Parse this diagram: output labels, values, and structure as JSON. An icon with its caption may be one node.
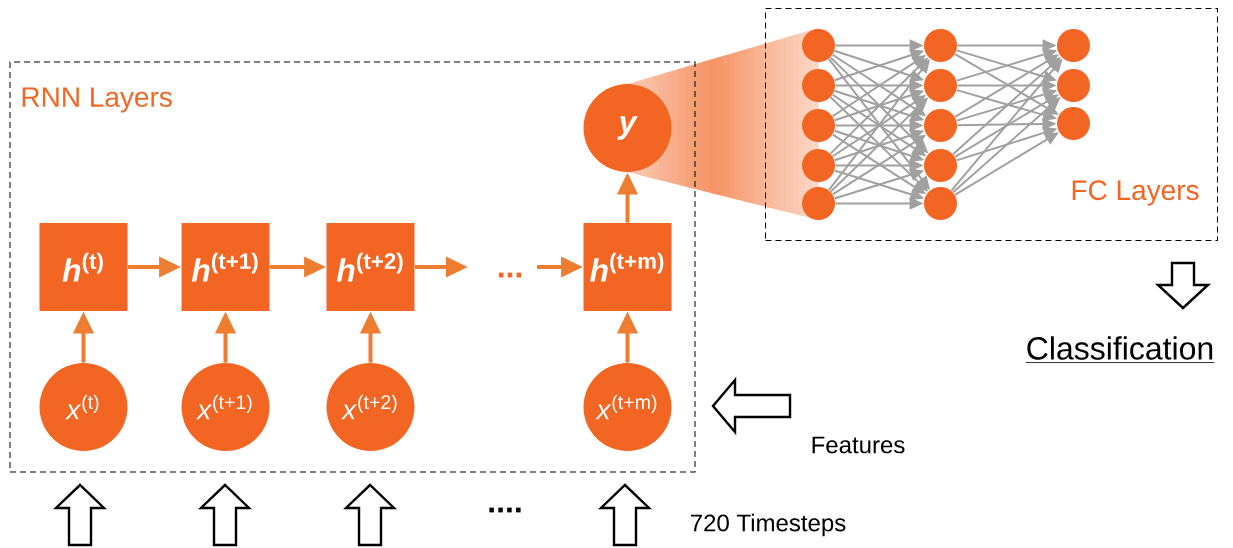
{
  "diagram": {
    "nodes": [
      {
        "text": [
          "RNN Layers"
        ]
      },
      {
        "text": [
          "*h*$^{(t)}$"
        ],
        "in": 0
      },
      {
        "text": [
          "*h*$^{(t+1)}$"
        ],
        "in": 0
      },
      {
        "text": [
          "*h*$^{(t+2)}$"
        ],
        "in": 0
      },
      {
        "text": [
          "*h*$^{(t+m)}$"
        ],
        "in": 0
      },
      {
        "text": [
          "y"
        ],
        "in": 0
      },
      {
        "text": [
          "*x*$^{(t)}$"
        ],
        "in": 0
      },
      {
        "text": [
          "*x*$^{(t+1)}$"
        ],
        "in": 0
      },
      {
        "text": [
          "*x*$^{(t+2)}$"
        ],
        "in": 0
      },
      {
        "text": [
          "*x*$^{(t+m)}$"
        ],
        "in": 0
      },
      {
        "text": [
          "FC Layers"
        ]
      },
      {
        "text": [],
        "shape": "circle",
        "in": 10
      },
      {
        "text": [],
        "shape": "circle",
        "in": 10
      },
      {
        "text": [],
        "shape": "circle",
        "in": 10
      },
      {
        "text": [],
        "shape": "circle",
        "in": 10
      },
      {
        "text": [],
        "shape": "circle",
        "in": 10
      },
      {
        "text": [],
        "shape": "circle",
        "in": 10
      },
      {
        "text": [],
        "shape": "circle",
        "in": 10
      },
      {
        "text": [],
        "shape": "circle",
        "in": 10
      },
      {
        "text": [],
        "shape": "circle",
        "in": 10
      },
      {
        "text": [],
        "shape": "circle",
        "in": 10
      },
      {
        "text": [],
        "shape": "circle",
        "in": 10
      },
      {
        "text": [],
        "shape": "circle",
        "in": 10
      },
      {
        "text": [],
        "shape": "circle",
        "in": 10
      }
    ],
    "edges": [
      {
        "from": 1,
        "to": 2,
        "arrow": "to",
        "style": "thick",
        "color": "#ed7d31"
      },
      {
        "from": 2,
        "to": 3,
        "arrow": "to",
        "style": "thick",
        "color": "#ed7d31"
      },
      {
        "from": 3,
        "to": null,
        "arrow": "to",
        "style": "thick",
        "color": "#ed7d31"
      },
      {
        "from": null,
        "to": 4,
        "arrow": "to",
        "style": "thick",
        "color": "#ed7d31"
      },
      {
        "from": 4,
        "to": 5,
        "arrow": "to",
        "style": "thick",
        "color": "#ed7d31"
      },
      {
        "from": 6,
        "to": 1,
        "arrow": "to",
        "style": "thick",
        "color": "#ed7d31"
      },
      {
        "from": 7,
        "to": 2,
        "arrow": "to",
        "style": "thick",
        "color": "#ed7d31"
      },
      {
        "from": 8,
        "to": 3,
        "arrow": "to",
        "style": "thick",
        "color": "#ed7d31"
      },
      {
        "from": 9,
        "to": 4,
        "arrow": "to",
        "style": "thick",
        "color": "#ed7d31"
      },
      {
        "from": 11,
        "to": 16,
        "arrow": "to"
      },
      {
        "from": 11,
        "to": 17,
        "arrow": "to"
      },
      {
        "from": 11,
        "to": 18,
        "arrow": "to"
      },
      {
        "from": 11,
        "to": 19,
        "arrow": "to"
      },
      {
        "from": 11,
        "to": 20,
        "arrow": "to"
      },
      {
        "from": 12,
        "to": 16,
        "arrow": "to"
      },
      {
        "from": 12,
        "to": 17,
        "arrow": "to"
      },
      {
        "from": 12,
        "to": 18,
        "arrow": "to"
      },
      {
        "from": 12,
        "to": 19,
        "arrow": "to"
      },
      {
        "from": 12,
        "to": 20,
        "arrow": "to"
      },
      {
        "from": 13,
        "to": 16,
        "arrow": "to"
      },
      {
        "from": 13,
        "to": 17,
        "arrow": "to"
      },
      {
        "from": 13,
        "to": 18,
        "arrow": "to"
      },
      {
        "from": 13,
        "to": 19,
        "arrow": "to"
      },
      {
        "from": 13,
        "to": 20,
        "arrow": "to"
      },
      {
        "from": 14,
        "to": 16,
        "arrow": "to"
      },
      {
        "from": 14,
        "to": 17,
        "arrow": "to"
      },
      {
        "from": 14,
        "to": 18,
        "arrow": "to"
      },
      {
        "from": 14,
        "to": 19,
        "arrow": "to"
      },
      {
        "from": 14,
        "to": 20,
        "arrow": "to"
      },
      {
        "from": 15,
        "to": 16,
        "arrow": "to"
      },
      {
        "from": 15,
        "to": 17,
        "arrow": "to"
      },
      {
        "from": 15,
        "to": 18,
        "arrow": "to"
      },
      {
        "from": 15,
        "to": 19,
        "arrow": "to"
      },
      {
        "from": 15,
        "to": 20,
        "arrow": "to"
      },
      {
        "from": 16,
        "to": 21,
        "arrow": "to"
      },
      {
        "from": 16,
        "to": 22,
        "arrow": "to"
      },
      {
        "from": 16,
        "to": 23,
        "arrow": "to"
      },
      {
        "from": 17,
        "to": 21,
        "arrow": "to"
      },
      {
        "from": 17,
        "to": 22,
        "arrow": "to"
      },
      {
        "from": 17,
        "to": 23,
        "arrow": "to"
      },
      {
        "from": 18,
        "to": 21,
        "arrow": "to"
      },
      {
        "from": 18,
        "to": 22,
        "arrow": "to"
      },
      {
        "from": 18,
        "to": 23,
        "arrow": "to"
      },
      {
        "from": 19,
        "to": 21,
        "arrow": "to"
      },
      {
        "from": 19,
        "to": 22,
        "arrow": "to"
      },
      {
        "from": 19,
        "to": 23,
        "arrow": "to"
      },
      {
        "from": 20,
        "to": 21,
        "arrow": "to"
      },
      {
        "from": 20,
        "to": 22,
        "arrow": "to"
      },
      {
        "from": 20,
        "to": 23,
        "arrow": "to"
      }
    ],
    "labels": [
      "...",
      "Classification",
      "Features",
      "....",
      "720 Timesteps"
    ]
  }
}
